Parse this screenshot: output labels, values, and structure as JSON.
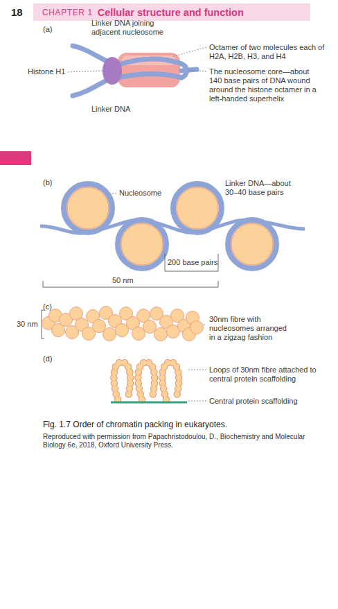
{
  "diagram": {
    "caption": "Fig. 1.7 Order of chromatin packing in eukaryotes.",
    "nodes": [
      {
        "text": [
          "CHAPTER 1",
          "Cellular structure and function"
        ]
      }
    ],
    "labels": [
      "18",
      "(a)",
      "Linker DNA joining adjacent nucleosome",
      "Octamer of two molecules each of H2A, H2B, H3, and H4",
      "Histone H1",
      "The nucleosome core—about 140 base pairs of DNA wound around the histone octamer in a left-handed superhelix",
      "Linker DNA",
      "(b)",
      "Nucleosome",
      "Linker DNA—about 30–40 base pairs",
      "200 base pairs",
      "50 nm",
      "(c)",
      "30 nm",
      "30nm fibre with nucleosomes arranged in a zigzag fashion",
      "(d)",
      "Loops of 30nm fibre attached to central protein scaffolding",
      "Central protein scaffolding",
      "Reproduced with permission from Papachristodoulou, D., Biochemistry and Molecular Biology 6e, 2018, Oxford University Press."
    ]
  }
}
